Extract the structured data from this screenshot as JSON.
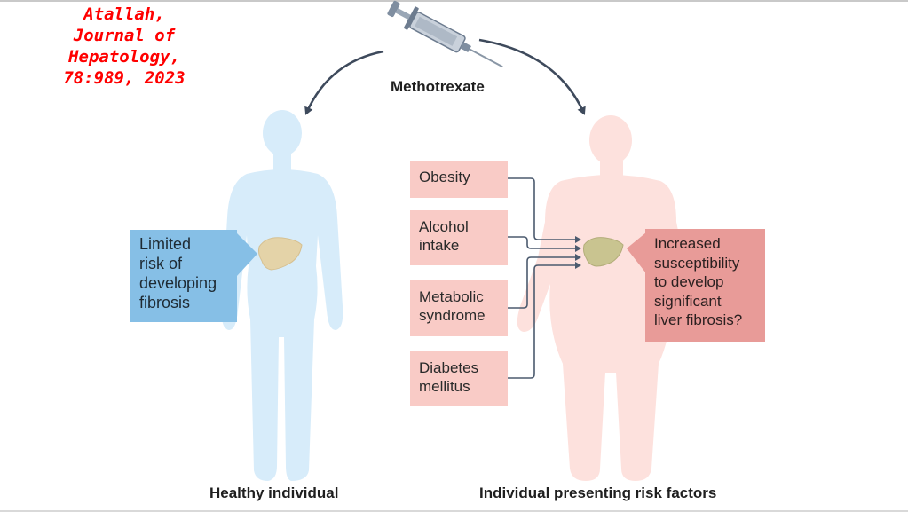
{
  "citation": {
    "lines": [
      "Atallah,",
      "Journal of",
      "Hepatology,",
      "78:989, 2023"
    ],
    "color": "#ff0000"
  },
  "drug": {
    "label": "Methotrexate",
    "icon": "syringe-icon"
  },
  "healthy": {
    "caption": "Healthy individual",
    "body_color": "#d7ecfa",
    "callout": {
      "lines": [
        "Limited",
        "risk of",
        "developing",
        "fibrosis"
      ],
      "color": "#86bfe6"
    }
  },
  "at_risk": {
    "caption": "Individual presenting risk factors",
    "body_color": "#fde1dd",
    "risk_factors": [
      {
        "lines": [
          "Obesity"
        ]
      },
      {
        "lines": [
          "Alcohol",
          "intake"
        ]
      },
      {
        "lines": [
          "Metabolic",
          "syndrome"
        ]
      },
      {
        "lines": [
          "Diabetes",
          "mellitus"
        ]
      }
    ],
    "risk_box_color": "#f9cbc6",
    "callout": {
      "lines": [
        "Increased",
        "susceptibility",
        "to develop",
        "significant",
        "liver fibrosis?"
      ],
      "color": "#e89b98"
    }
  },
  "icons": {
    "liver": "liver-icon",
    "arrow": "arrow-icon"
  }
}
